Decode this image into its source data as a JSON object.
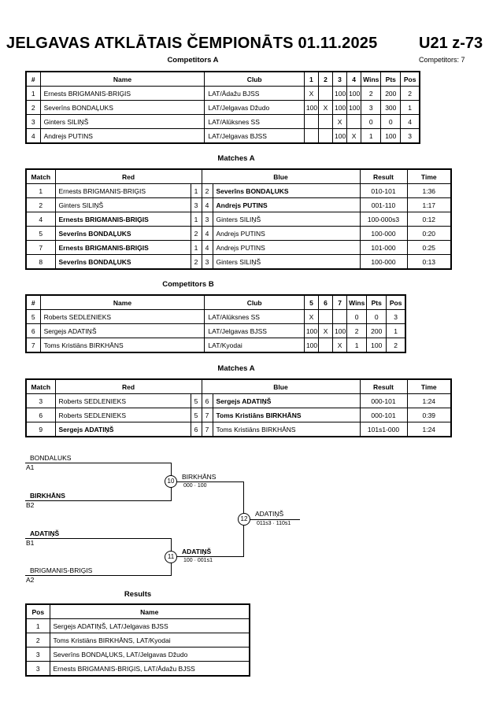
{
  "header": {
    "title": "JELGAVAS ATKLĀTAIS ČEMPIONĀTS  01.11.2025",
    "category": "U21 z-73",
    "competitors_a_caption": "Competitors A",
    "competitors_count": "Competitors: 7"
  },
  "competitors_a": {
    "headers": [
      "#",
      "Name",
      "Club",
      "1",
      "2",
      "3",
      "4",
      "Wins",
      "Pts",
      "Pos"
    ],
    "rows": [
      [
        "1",
        "Ernests BRIGMANIS-BRIĢIS",
        "LAT/Ādažu BJSS",
        "X",
        "",
        "100",
        "100",
        "2",
        "200",
        "2"
      ],
      [
        "2",
        "Severīns BONDAĻUKS",
        "LAT/Jelgavas Džudo",
        "100",
        "X",
        "100",
        "100",
        "3",
        "300",
        "1"
      ],
      [
        "3",
        "Ginters SILIŅŠ",
        "LAT/Alūksnes SS",
        "",
        "",
        "X",
        "",
        "0",
        "0",
        "4"
      ],
      [
        "4",
        "Andrejs PUTINS",
        "LAT/Jelgavas BJSS",
        "",
        "",
        "100",
        "X",
        "1",
        "100",
        "3"
      ]
    ]
  },
  "matches_a": {
    "caption": "Matches A",
    "headers": [
      "Match",
      "Red",
      "Blue",
      "Result",
      "Time"
    ],
    "rows": [
      {
        "match": "1",
        "red": "Ernests BRIGMANIS-BRIĢIS",
        "red_bold": false,
        "rn": "1",
        "bn": "2",
        "blue": "Severīns BONDAĻUKS",
        "blue_bold": true,
        "result": "010-101",
        "time": "1:36"
      },
      {
        "match": "2",
        "red": "Ginters SILIŅŠ",
        "red_bold": false,
        "rn": "3",
        "bn": "4",
        "blue": "Andrejs PUTINS",
        "blue_bold": true,
        "result": "001-110",
        "time": "1:17"
      },
      {
        "match": "4",
        "red": "Ernests BRIGMANIS-BRIĢIS",
        "red_bold": true,
        "rn": "1",
        "bn": "3",
        "blue": "Ginters SILIŅŠ",
        "blue_bold": false,
        "result": "100-000s3",
        "time": "0:12"
      },
      {
        "match": "5",
        "red": "Severīns BONDAĻUKS",
        "red_bold": true,
        "rn": "2",
        "bn": "4",
        "blue": "Andrejs PUTINS",
        "blue_bold": false,
        "result": "100-000",
        "time": "0:20"
      },
      {
        "match": "7",
        "red": "Ernests BRIGMANIS-BRIĢIS",
        "red_bold": true,
        "rn": "1",
        "bn": "4",
        "blue": "Andrejs PUTINS",
        "blue_bold": false,
        "result": "101-000",
        "time": "0:25"
      },
      {
        "match": "8",
        "red": "Severīns BONDAĻUKS",
        "red_bold": true,
        "rn": "2",
        "bn": "3",
        "blue": "Ginters SILIŅŠ",
        "blue_bold": false,
        "result": "100-000",
        "time": "0:13"
      }
    ]
  },
  "competitors_b": {
    "caption": "Competitors B",
    "headers": [
      "#",
      "Name",
      "Club",
      "5",
      "6",
      "7",
      "Wins",
      "Pts",
      "Pos"
    ],
    "rows": [
      [
        "5",
        "Roberts SEDLENIEKS",
        "LAT/Alūksnes SS",
        "X",
        "",
        "",
        "0",
        "0",
        "3"
      ],
      [
        "6",
        "Sergejs ADATIŅŠ",
        "LAT/Jelgavas BJSS",
        "100",
        "X",
        "100",
        "2",
        "200",
        "1"
      ],
      [
        "7",
        "Toms Kristiāns BIRKHĀNS",
        "LAT/Kyodai",
        "100",
        "",
        "X",
        "1",
        "100",
        "2"
      ]
    ]
  },
  "matches_b": {
    "caption": "Matches A",
    "headers": [
      "Match",
      "Red",
      "Blue",
      "Result",
      "Time"
    ],
    "rows": [
      {
        "match": "3",
        "red": "Roberts SEDLENIEKS",
        "red_bold": false,
        "rn": "5",
        "bn": "6",
        "blue": "Sergejs ADATIŅŠ",
        "blue_bold": true,
        "result": "000-101",
        "time": "1:24"
      },
      {
        "match": "6",
        "red": "Roberts SEDLENIEKS",
        "red_bold": false,
        "rn": "5",
        "bn": "7",
        "blue": "Toms Kristiāns BIRKHĀNS",
        "blue_bold": true,
        "result": "000-101",
        "time": "0:39"
      },
      {
        "match": "9",
        "red": "Sergejs ADATIŅŠ",
        "red_bold": true,
        "rn": "6",
        "bn": "7",
        "blue": "Toms Kristiāns BIRKHĀNS",
        "blue_bold": false,
        "result": "101s1-000",
        "time": "1:24"
      }
    ]
  },
  "bracket": {
    "semi1_top_name": "BONDALUKS",
    "semi1_top_label": "A1",
    "semi1_bottom_name": "BIRKHĀNS",
    "semi1_bottom_label": "B2",
    "semi2_top_name": "ADATIŅŠ",
    "semi2_top_label": "B1",
    "semi2_bottom_name": "BRIGMANIS-BRIĢIS",
    "semi2_bottom_label": "A2",
    "match10": "10",
    "match10_winner": "BIRKHĀNS",
    "match10_score": "000 · 100",
    "match11": "11",
    "match11_winner": "ADATIŅŠ",
    "match11_score": "100 · 001s1",
    "match12": "12",
    "match12_winner": "ADATIŅŠ",
    "match12_score": "011s3 · 110s1"
  },
  "results": {
    "caption": "Results",
    "headers": [
      "Pos",
      "Name"
    ],
    "rows": [
      [
        "1",
        "Sergejs ADATIŅŠ, LAT/Jelgavas BJSS"
      ],
      [
        "2",
        "Toms Kristiāns BIRKHĀNS, LAT/Kyodai"
      ],
      [
        "3",
        "Severīns BONDAĻUKS, LAT/Jelgavas Džudo"
      ],
      [
        "3",
        "Ernests BRIGMANIS-BRIĢIS, LAT/Ādažu BJSS"
      ]
    ]
  }
}
